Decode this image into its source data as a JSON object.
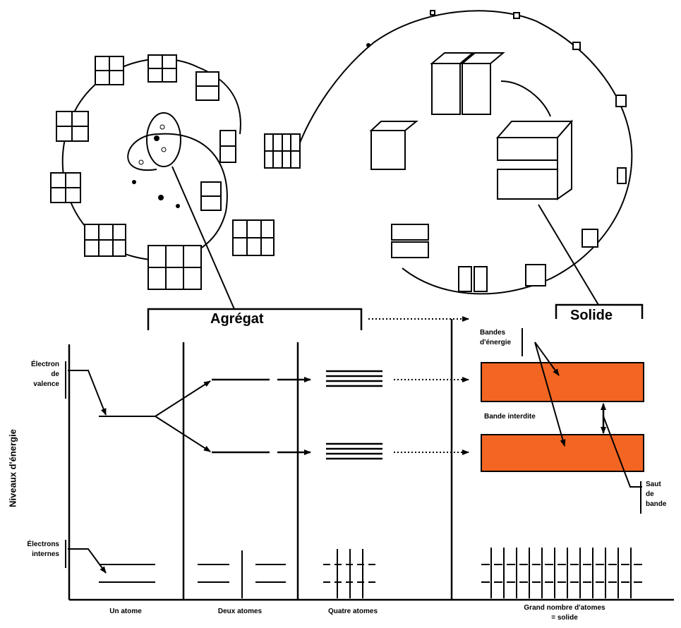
{
  "title_agregat": "Agrégat",
  "title_solide": "Solide",
  "y_axis_label": "Niveaux d'énergie",
  "label_valence": [
    "Électron",
    "de",
    "valence"
  ],
  "label_internes": [
    "Électrons",
    "internes"
  ],
  "label_bandes": [
    "Bandes",
    "d'énergie"
  ],
  "label_bande_interdite": "Bande interdite",
  "label_saut": [
    "Saut",
    "de",
    "bande"
  ],
  "columns": [
    "Un atome",
    "Deux atomes",
    "Quatre atomes"
  ],
  "column_solid": [
    "Grand nombre d'atomes",
    "= solide"
  ],
  "colors": {
    "band": "#f26522",
    "line": "#000000"
  }
}
